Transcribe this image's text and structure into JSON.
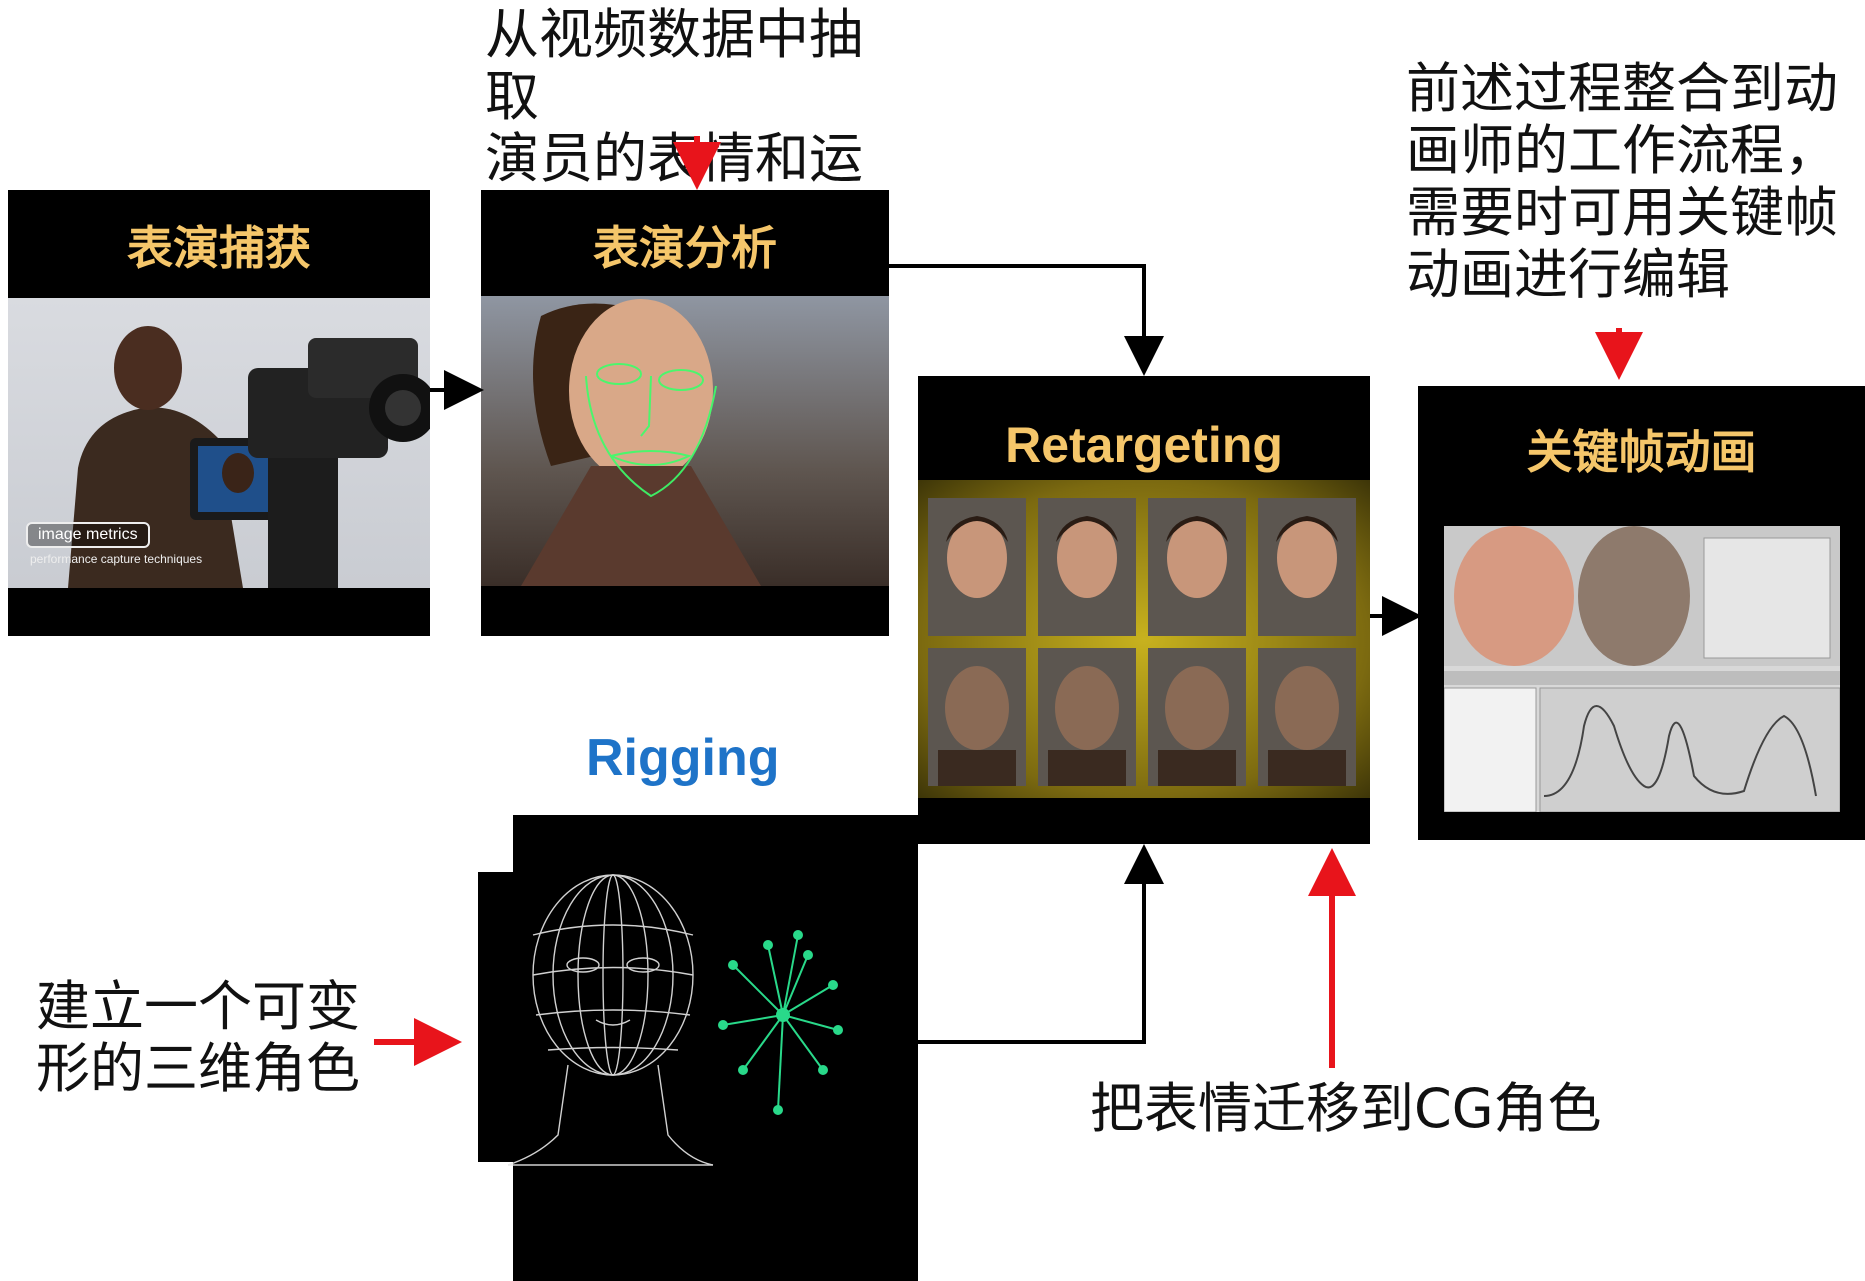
{
  "colors": {
    "panel_title": "#f5c66a",
    "rigging_label": "#1e73c8",
    "annotation_arrow": "#e8141b",
    "flow_arrow": "#000000"
  },
  "annotations": {
    "analysis_note": "从视频数据中抽取\n演员的表情和运动",
    "keyframe_note": "前述过程整合到动\n画师的工作流程，\n需要时可用关键帧\n动画进行编辑",
    "rig_note": "建立一个可变\n形的三维角色",
    "retarget_note": "把表情迁移到CG角色"
  },
  "panels": {
    "capture": {
      "title": "表演捕获",
      "logo_text": "image metrics",
      "logo_caption": "performance capture techniques"
    },
    "analysis": {
      "title": "表演分析"
    },
    "retargeting": {
      "title": "Retargeting"
    },
    "keyframe": {
      "title": "关键帧动画"
    }
  },
  "rigging": {
    "label": "Rigging"
  },
  "icons": [
    "camera-icon",
    "face-tracking-mesh-icon",
    "wireframe-head-icon",
    "bone-rig-icon",
    "animation-curve-icon"
  ]
}
